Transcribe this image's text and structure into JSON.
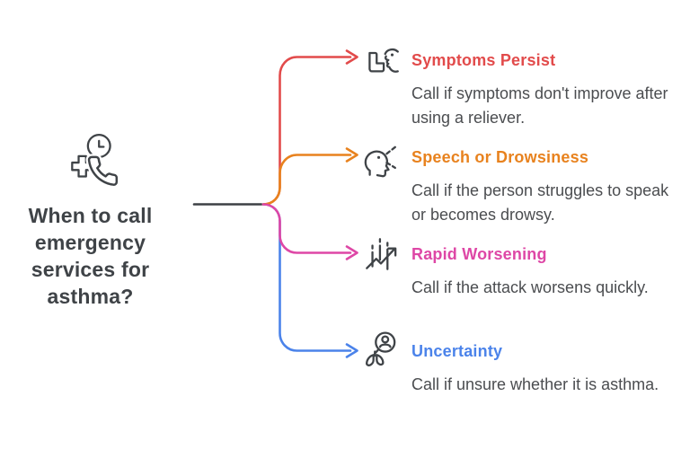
{
  "page": {
    "background": "#ffffff",
    "ink_color": "#3f4347"
  },
  "center": {
    "title": "When to call emergency services for asthma?",
    "icon": "emergency-call-clock-icon"
  },
  "connector": {
    "stem_color": "#3d4045"
  },
  "branches": [
    {
      "id": "symptoms-persist",
      "icon": "inhaler-icon",
      "title": "Symptoms Persist",
      "description": "Call if symptoms don't improve after using a reliever.",
      "color": "#e24b4b"
    },
    {
      "id": "speech-or-drowsiness",
      "icon": "head-speech-icon",
      "title": "Speech or Drowsiness",
      "description": "Call if the person struggles to speak or becomes drowsy.",
      "color": "#e8821e"
    },
    {
      "id": "rapid-worsening",
      "icon": "rising-chart-icon",
      "title": "Rapid Worsening",
      "description": "Call if the attack worsens quickly.",
      "color": "#de47a6"
    },
    {
      "id": "uncertainty",
      "icon": "lungs-magnifier-icon",
      "title": "Uncertainty",
      "description": "Call if unsure whether it is asthma.",
      "color": "#4b83ea"
    }
  ]
}
